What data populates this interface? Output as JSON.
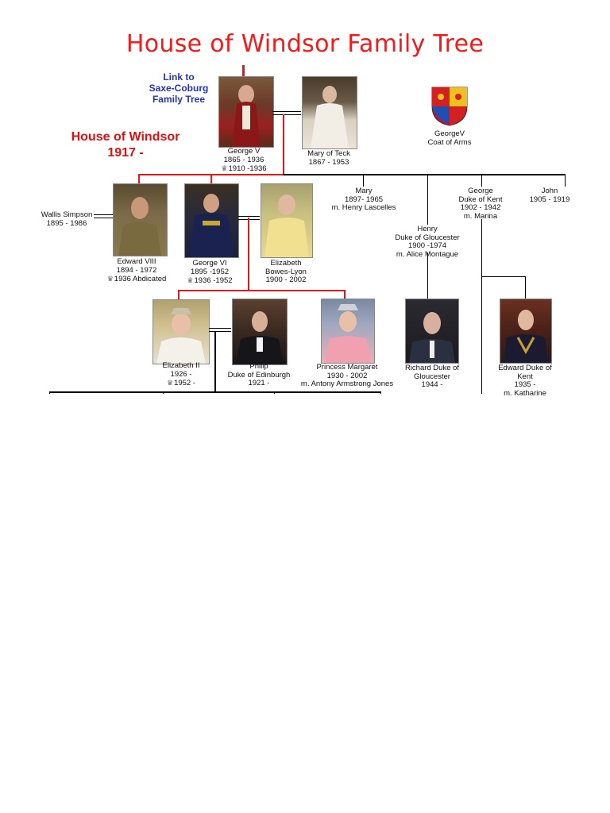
{
  "title": "House of Windsor Family Tree",
  "link": [
    "Link to",
    "Saxe-Coburg",
    "Family Tree"
  ],
  "house": [
    "House of Windsor",
    "1917 -"
  ],
  "colors": {
    "title": "#ee1c1c",
    "link": "#2233bb",
    "lines_red": "#e01818",
    "lines_black": "#000000"
  },
  "people": {
    "george_v": [
      "George V",
      "1865 - 1936",
      "1910 -1936"
    ],
    "mary_teck": [
      "Mary of Teck",
      "1867 - 1953"
    ],
    "coat": [
      "GeorgeV",
      "Coat of Arms"
    ],
    "mary": [
      "Mary",
      "1897- 1965",
      "m. Henry Lascelles"
    ],
    "george_kent": [
      "George",
      "Duke of Kent",
      "1902 - 1942",
      "m. Marina"
    ],
    "john": [
      "John",
      "1905 - 1919"
    ],
    "wallis": [
      "Wallis Simpson",
      "1895 - 1986"
    ],
    "edward_viii": [
      "Edward VIII",
      "1894 - 1972",
      "1936 Abdicated"
    ],
    "george_vi": [
      "George VI",
      "1895 -1952",
      "1936 -1952"
    ],
    "elizabeth_bl": [
      "Elizabeth",
      "Bowes-Lyon",
      "1900 - 2002"
    ],
    "henry": [
      "Henry",
      "Duke of Gloucester",
      "1900 -1974",
      "m. Alice Montague"
    ],
    "elizabeth_ii": [
      "Elizabeth II",
      "1926 -",
      "1952 -"
    ],
    "philip": [
      "Philip",
      "Duke of Edinburgh",
      "1921 -"
    ],
    "margaret": [
      "Princess Margaret",
      "1930 - 2002",
      "m. Antony Armstrong Jones"
    ],
    "richard": [
      "Richard Duke of",
      "Gloucester",
      "1944 -"
    ],
    "edward_kent": [
      "Edward Duke of",
      "Kent",
      "1935 -",
      "m. Katharine"
    ]
  },
  "icons": {
    "crown": "crown-icon",
    "shield": "coat-of-arms-shield"
  }
}
